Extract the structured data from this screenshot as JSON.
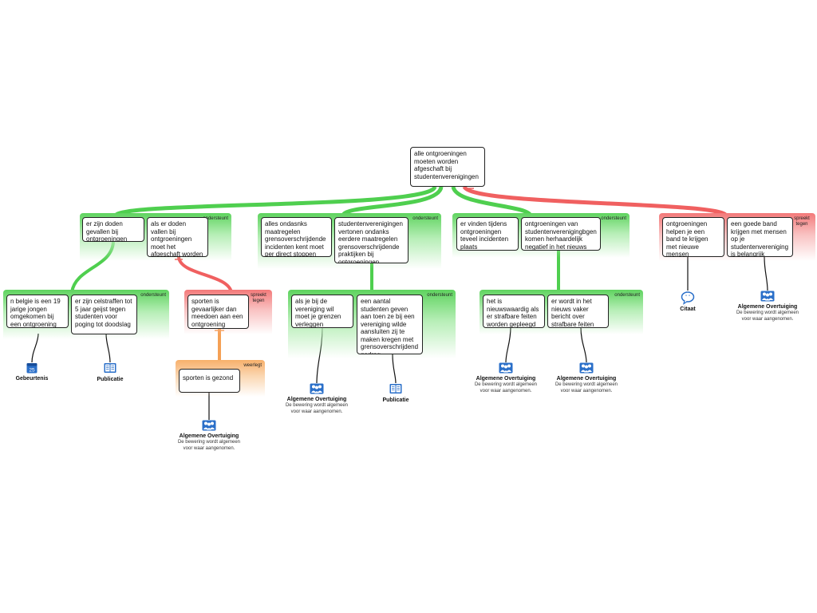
{
  "root": {
    "text": "alle ontgroeningen moeten worden afgeschaft bij studentenverenigingen"
  },
  "groups": [
    {
      "id": "g1",
      "tag": "ondersteunt",
      "color": "green",
      "reasons": [
        "er zijn doden gevallen bij ontgroeningen",
        "als er doden vallen bij ontgroeningen moet het afgeschaft worden"
      ]
    },
    {
      "id": "g2",
      "tag": "ondersteunt",
      "color": "green",
      "reasons": [
        "alles ondasnks maatregelen grensoverschrijdende incidenten kent moet per direct stoppen",
        "studentenverenigingen vertonen ondanks eerdere maatregelen grensoverschrijdende praktijken bij ontgroeningen"
      ]
    },
    {
      "id": "g3",
      "tag": "ondersteunt",
      "color": "green",
      "reasons": [
        "er vinden tijdens ontgroeningen teveel incidenten plaats",
        "ontgroeningen van studentenverenigingbgen komen herhaardelijk negatief in het nieuws"
      ]
    },
    {
      "id": "g4",
      "tag": "spreekt tegen",
      "color": "red",
      "reasons": [
        "ontgroeningen helpen je een band te krijgen met nieuwe mensen",
        "een goede band krijgen met mensen op je studentenvereniging is belangrijk"
      ]
    },
    {
      "id": "g5",
      "tag": "ondersteunt",
      "color": "green",
      "reasons": [
        "n belgie is een 19 jarige jongen omgekomen bij een ontgroening",
        "er zijn celstraffen tot 5 jaar geijst tegen studenten voor poging tot doodslag"
      ]
    },
    {
      "id": "g6",
      "tag": "spreekt tegen",
      "color": "red",
      "reasons": [
        "sporten is gevaarlijker dan meedoen aan een ontgroening"
      ]
    },
    {
      "id": "g7",
      "tag": "weerlegt",
      "color": "orange",
      "reasons": [
        "sporten is gezond"
      ]
    },
    {
      "id": "g8",
      "tag": "ondersteunt",
      "color": "green",
      "reasons": [
        "als je bij de vereniging wil moet je grenzen verleggen",
        "een aantal studenten geven aan toen ze bij een vereniging wilde aansluiten zij te maken kregen met grensoverschrijdend gedrag"
      ]
    },
    {
      "id": "g9",
      "tag": "ondersteunt",
      "color": "green",
      "reasons": [
        "het is nieuwswaardig als er strafbare feiten worden gepleegd",
        "er wordt in het nieuws vaker bericht over strafbare feiten"
      ]
    }
  ],
  "icons": {
    "gebeurtenis": {
      "title": "Gebeurtenis",
      "desc": "",
      "icon": "calendar-icon",
      "calendar_day": "25"
    },
    "publicatie": {
      "title": "Publicatie",
      "desc": "",
      "icon": "book-icon"
    },
    "citaat": {
      "title": "Citaat",
      "desc": "",
      "icon": "quote-bubble-icon"
    },
    "overtuiging": {
      "title": "Algemene Overtuiging",
      "desc": "De bewering wordt algemeen voor waar aangenomen.",
      "icon": "people-icon"
    }
  },
  "colors": {
    "support": "#4fcf4f",
    "oppose": "#f06060",
    "rebut": "#f5a055",
    "line": "#111111",
    "icon_blue": "#2a6fc9"
  }
}
